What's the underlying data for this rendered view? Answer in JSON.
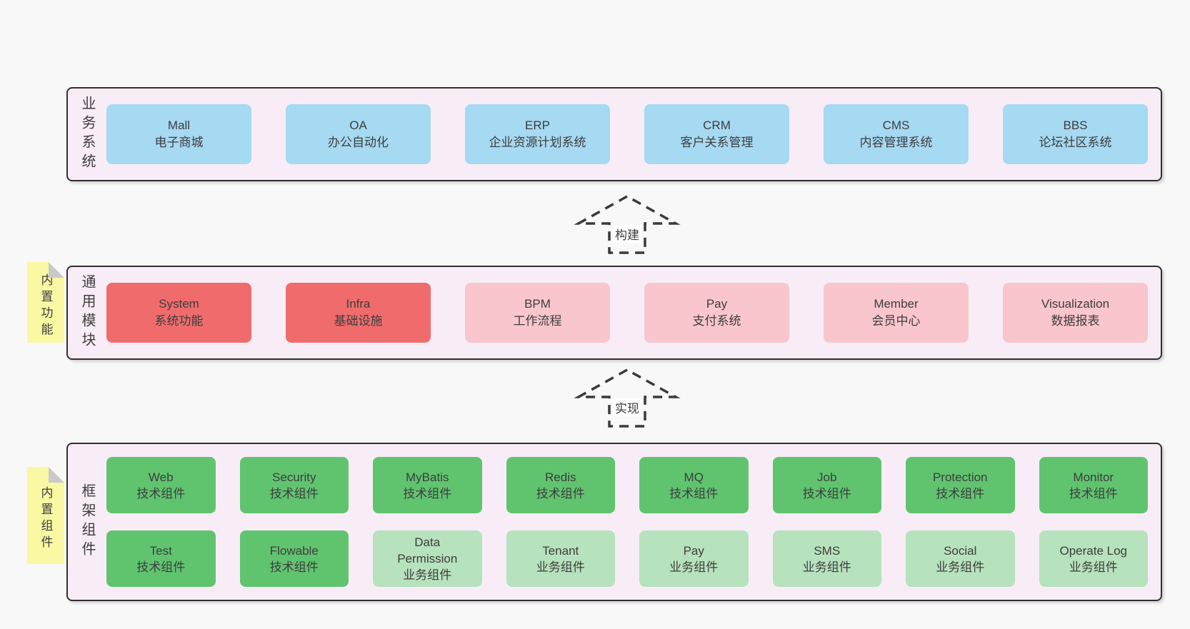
{
  "diagram": {
    "bands": [
      {
        "label": "业务系统",
        "boxes": [
          {
            "name": "Mall",
            "desc": "电子商城",
            "color": "blue"
          },
          {
            "name": "OA",
            "desc": "办公自动化",
            "color": "blue"
          },
          {
            "name": "ERP",
            "desc": "企业资源计划系统",
            "color": "blue"
          },
          {
            "name": "CRM",
            "desc": "客户关系管理",
            "color": "blue"
          },
          {
            "name": "CMS",
            "desc": "内容管理系统",
            "color": "blue"
          },
          {
            "name": "BBS",
            "desc": "论坛社区系统",
            "color": "blue"
          }
        ]
      },
      {
        "label": "通用模块",
        "sticky": "内置功能",
        "boxes": [
          {
            "name": "System",
            "desc": "系统功能",
            "color": "red"
          },
          {
            "name": "Infra",
            "desc": "基础设施",
            "color": "red"
          },
          {
            "name": "BPM",
            "desc": "工作流程",
            "color": "pink"
          },
          {
            "name": "Pay",
            "desc": "支付系统",
            "color": "pink"
          },
          {
            "name": "Member",
            "desc": "会员中心",
            "color": "pink"
          },
          {
            "name": "Visualization",
            "desc": "数据报表",
            "color": "pink"
          }
        ]
      },
      {
        "label": "框架组件",
        "sticky": "内置组件",
        "rows": [
          [
            {
              "name": "Web",
              "desc": "技术组件",
              "color": "green"
            },
            {
              "name": "Security",
              "desc": "技术组件",
              "color": "green"
            },
            {
              "name": "MyBatis",
              "desc": "技术组件",
              "color": "green"
            },
            {
              "name": "Redis",
              "desc": "技术组件",
              "color": "green"
            },
            {
              "name": "MQ",
              "desc": "技术组件",
              "color": "green"
            },
            {
              "name": "Job",
              "desc": "技术组件",
              "color": "green"
            },
            {
              "name": "Protection",
              "desc": "技术组件",
              "color": "green"
            },
            {
              "name": "Monitor",
              "desc": "技术组件",
              "color": "green"
            }
          ],
          [
            {
              "name": "Test",
              "desc": "技术组件",
              "color": "green"
            },
            {
              "name": "Flowable",
              "desc": "技术组件",
              "color": "green"
            },
            {
              "name": "Data Permission",
              "desc": "业务组件",
              "color": "green-light"
            },
            {
              "name": "Tenant",
              "desc": "业务组件",
              "color": "green-light"
            },
            {
              "name": "Pay",
              "desc": "业务组件",
              "color": "green-light"
            },
            {
              "name": "SMS",
              "desc": "业务组件",
              "color": "green-light"
            },
            {
              "name": "Social",
              "desc": "业务组件",
              "color": "green-light"
            },
            {
              "name": "Operate Log",
              "desc": "业务组件",
              "color": "green-light"
            }
          ]
        ]
      }
    ],
    "arrows": [
      {
        "label": "构建"
      },
      {
        "label": "实现"
      }
    ],
    "colors": {
      "page_bg": "#f8f8f8",
      "band_bg": "#f8edf6",
      "band_border": "#2f2f2f",
      "blue": "#a6d9f2",
      "red": "#f06c6c",
      "pink": "#f9c6cd",
      "green": "#60c46f",
      "green_light": "#b6e2bd",
      "sticky": "#faf8a3",
      "sticky_fold": "#c9c9c9",
      "text": "#3d3d3d"
    }
  }
}
